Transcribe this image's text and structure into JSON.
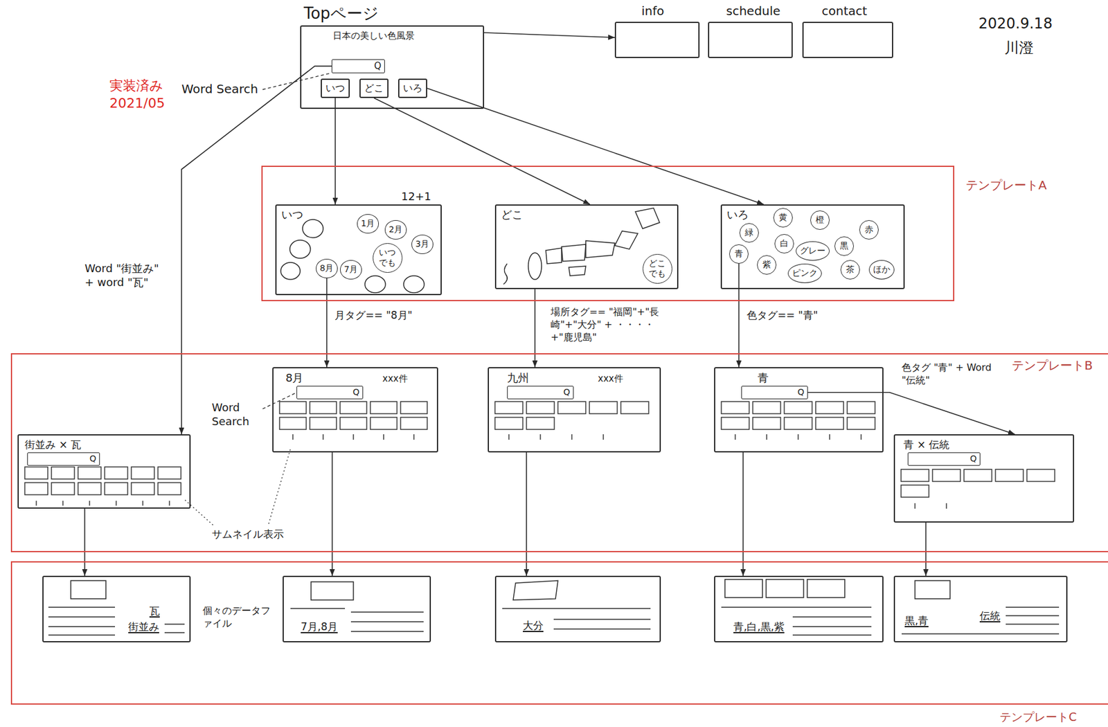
{
  "diagram": {
    "nodes": [
      {
        "text": [
          "Topページ",
          "日本の美しい色風景"
        ]
      },
      {
        "text": [
          "Q"
        ],
        "in": 0
      },
      {
        "text": [
          "いつ"
        ],
        "in": 0
      },
      {
        "text": [
          "どこ"
        ],
        "in": 0
      },
      {
        "text": [
          "いろ"
        ],
        "in": 0
      },
      {
        "text": [
          "info"
        ]
      },
      {
        "text": [
          "schedule"
        ]
      },
      {
        "text": [
          "contact"
        ]
      },
      {
        "text": [
          "テンプレートA"
        ]
      },
      {
        "text": [
          "いつ",
          "12+1"
        ],
        "in": 8
      },
      {
        "text": [
          "1月"
        ],
        "in": 9
      },
      {
        "text": [
          "2月"
        ],
        "in": 9
      },
      {
        "text": [
          "3月"
        ],
        "in": 9
      },
      {
        "text": [
          "いつでも"
        ],
        "in": 9
      },
      {
        "text": [
          "8月"
        ],
        "in": 9
      },
      {
        "text": [
          "7月"
        ],
        "in": 9
      },
      {
        "text": [
          "どこ"
        ],
        "in": 8
      },
      {
        "text": [
          "どこでも"
        ],
        "in": 16
      },
      {
        "text": [
          "いろ"
        ],
        "in": 8
      },
      {
        "text": [
          "黄"
        ],
        "in": 18
      },
      {
        "text": [
          "橙"
        ],
        "in": 18
      },
      {
        "text": [
          "緑"
        ],
        "in": 18
      },
      {
        "text": [
          "白"
        ],
        "in": 18
      },
      {
        "text": [
          "グレー"
        ],
        "in": 18
      },
      {
        "text": [
          "黒"
        ],
        "in": 18
      },
      {
        "text": [
          "赤"
        ],
        "in": 18
      },
      {
        "text": [
          "青"
        ],
        "in": 18
      },
      {
        "text": [
          "紫"
        ],
        "in": 18
      },
      {
        "text": [
          "ピンク"
        ],
        "in": 18
      },
      {
        "text": [
          "茶"
        ],
        "in": 18
      },
      {
        "text": [
          "ほか"
        ],
        "in": 18
      },
      {
        "text": [
          "テンプレートB"
        ]
      },
      {
        "text": [
          "街並み × 瓦"
        ],
        "in": 31
      },
      {
        "text": [
          "Q"
        ],
        "in": 32
      },
      {
        "text": [
          "8月",
          "xxx件"
        ],
        "in": 31
      },
      {
        "text": [
          "Q"
        ],
        "in": 34
      },
      {
        "text": [
          "九州",
          "xxx件"
        ],
        "in": 31
      },
      {
        "text": [
          "Q"
        ],
        "in": 36
      },
      {
        "text": [
          "青"
        ],
        "in": 31
      },
      {
        "text": [
          "Q"
        ],
        "in": 38
      },
      {
        "text": [
          "青 × 伝統"
        ],
        "in": 31
      },
      {
        "text": [
          "Q"
        ],
        "in": 40
      },
      {
        "text": [
          "テンプレートC"
        ]
      },
      {
        "text": [
          "街並み",
          "瓦"
        ],
        "in": 42
      },
      {
        "text": [
          "7月,8月"
        ],
        "in": 42
      },
      {
        "text": [
          "大分"
        ],
        "in": 42
      },
      {
        "text": [
          "青,白,黒,紫"
        ],
        "in": 42
      },
      {
        "text": [
          "黒,青",
          "伝統"
        ],
        "in": 42
      }
    ],
    "edges": [
      {
        "from": 0,
        "to": 5,
        "arrow": "to"
      },
      {
        "from": 1,
        "to": 32,
        "arrow": "to",
        "label": "Word \"街並み\" + word \"瓦\""
      },
      {
        "from": 2,
        "to": 9,
        "arrow": "to"
      },
      {
        "from": 3,
        "to": 16,
        "arrow": "to"
      },
      {
        "from": 4,
        "to": 18,
        "arrow": "to"
      },
      {
        "from": 14,
        "to": 34,
        "arrow": "to",
        "label": "月タグ== \"8月\""
      },
      {
        "from": 16,
        "to": 36,
        "arrow": "to",
        "label": "場所タグ== \"福岡\"+\"長崎\"+\"大分\" + ・・・・ +\"鹿児島\""
      },
      {
        "from": 26,
        "to": 38,
        "arrow": "to",
        "label": "色タグ== \"青\""
      },
      {
        "from": 39,
        "to": 40,
        "arrow": "to",
        "label": "色タグ \"青\" + Word \"伝統\""
      },
      {
        "from": 32,
        "to": 43,
        "arrow": "to"
      },
      {
        "from": 34,
        "to": 44,
        "arrow": "to"
      },
      {
        "from": 36,
        "to": 45,
        "arrow": "to"
      },
      {
        "from": 38,
        "to": 46,
        "arrow": "to"
      },
      {
        "from": 40,
        "to": 47,
        "arrow": "to"
      }
    ],
    "labels": [
      "実装済み 2021/05",
      "Word Search",
      "2020.9.18",
      "川澄",
      "Word Search",
      "サムネイル表示",
      "個々のデータファイル"
    ]
  }
}
